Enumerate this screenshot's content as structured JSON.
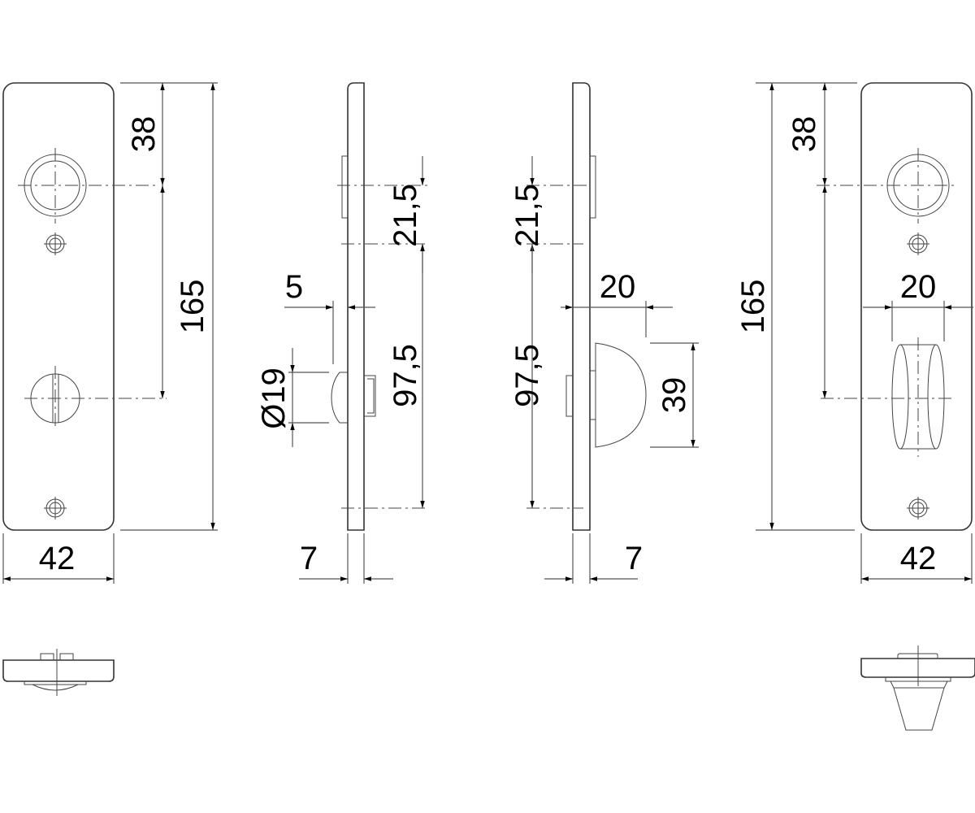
{
  "drawing": {
    "left_front_view": {
      "dim_top_to_rosette": "38",
      "dim_total_height": "165",
      "dim_width": "42"
    },
    "left_side_view": {
      "dim_offset": "5",
      "dim_diameter": "Ø19",
      "dim_rosette_to_screw": "21,5",
      "dim_screw_to_screw": "97,5",
      "dim_thickness": "7"
    },
    "right_side_view": {
      "dim_knob_depth": "20",
      "dim_knob_height": "39",
      "dim_rosette_to_screw": "21,5",
      "dim_screw_to_screw": "97,5",
      "dim_thickness": "7"
    },
    "right_front_view": {
      "dim_top_to_rosette": "38",
      "dim_total_height": "165",
      "dim_knob_width": "20",
      "dim_width": "42"
    }
  }
}
